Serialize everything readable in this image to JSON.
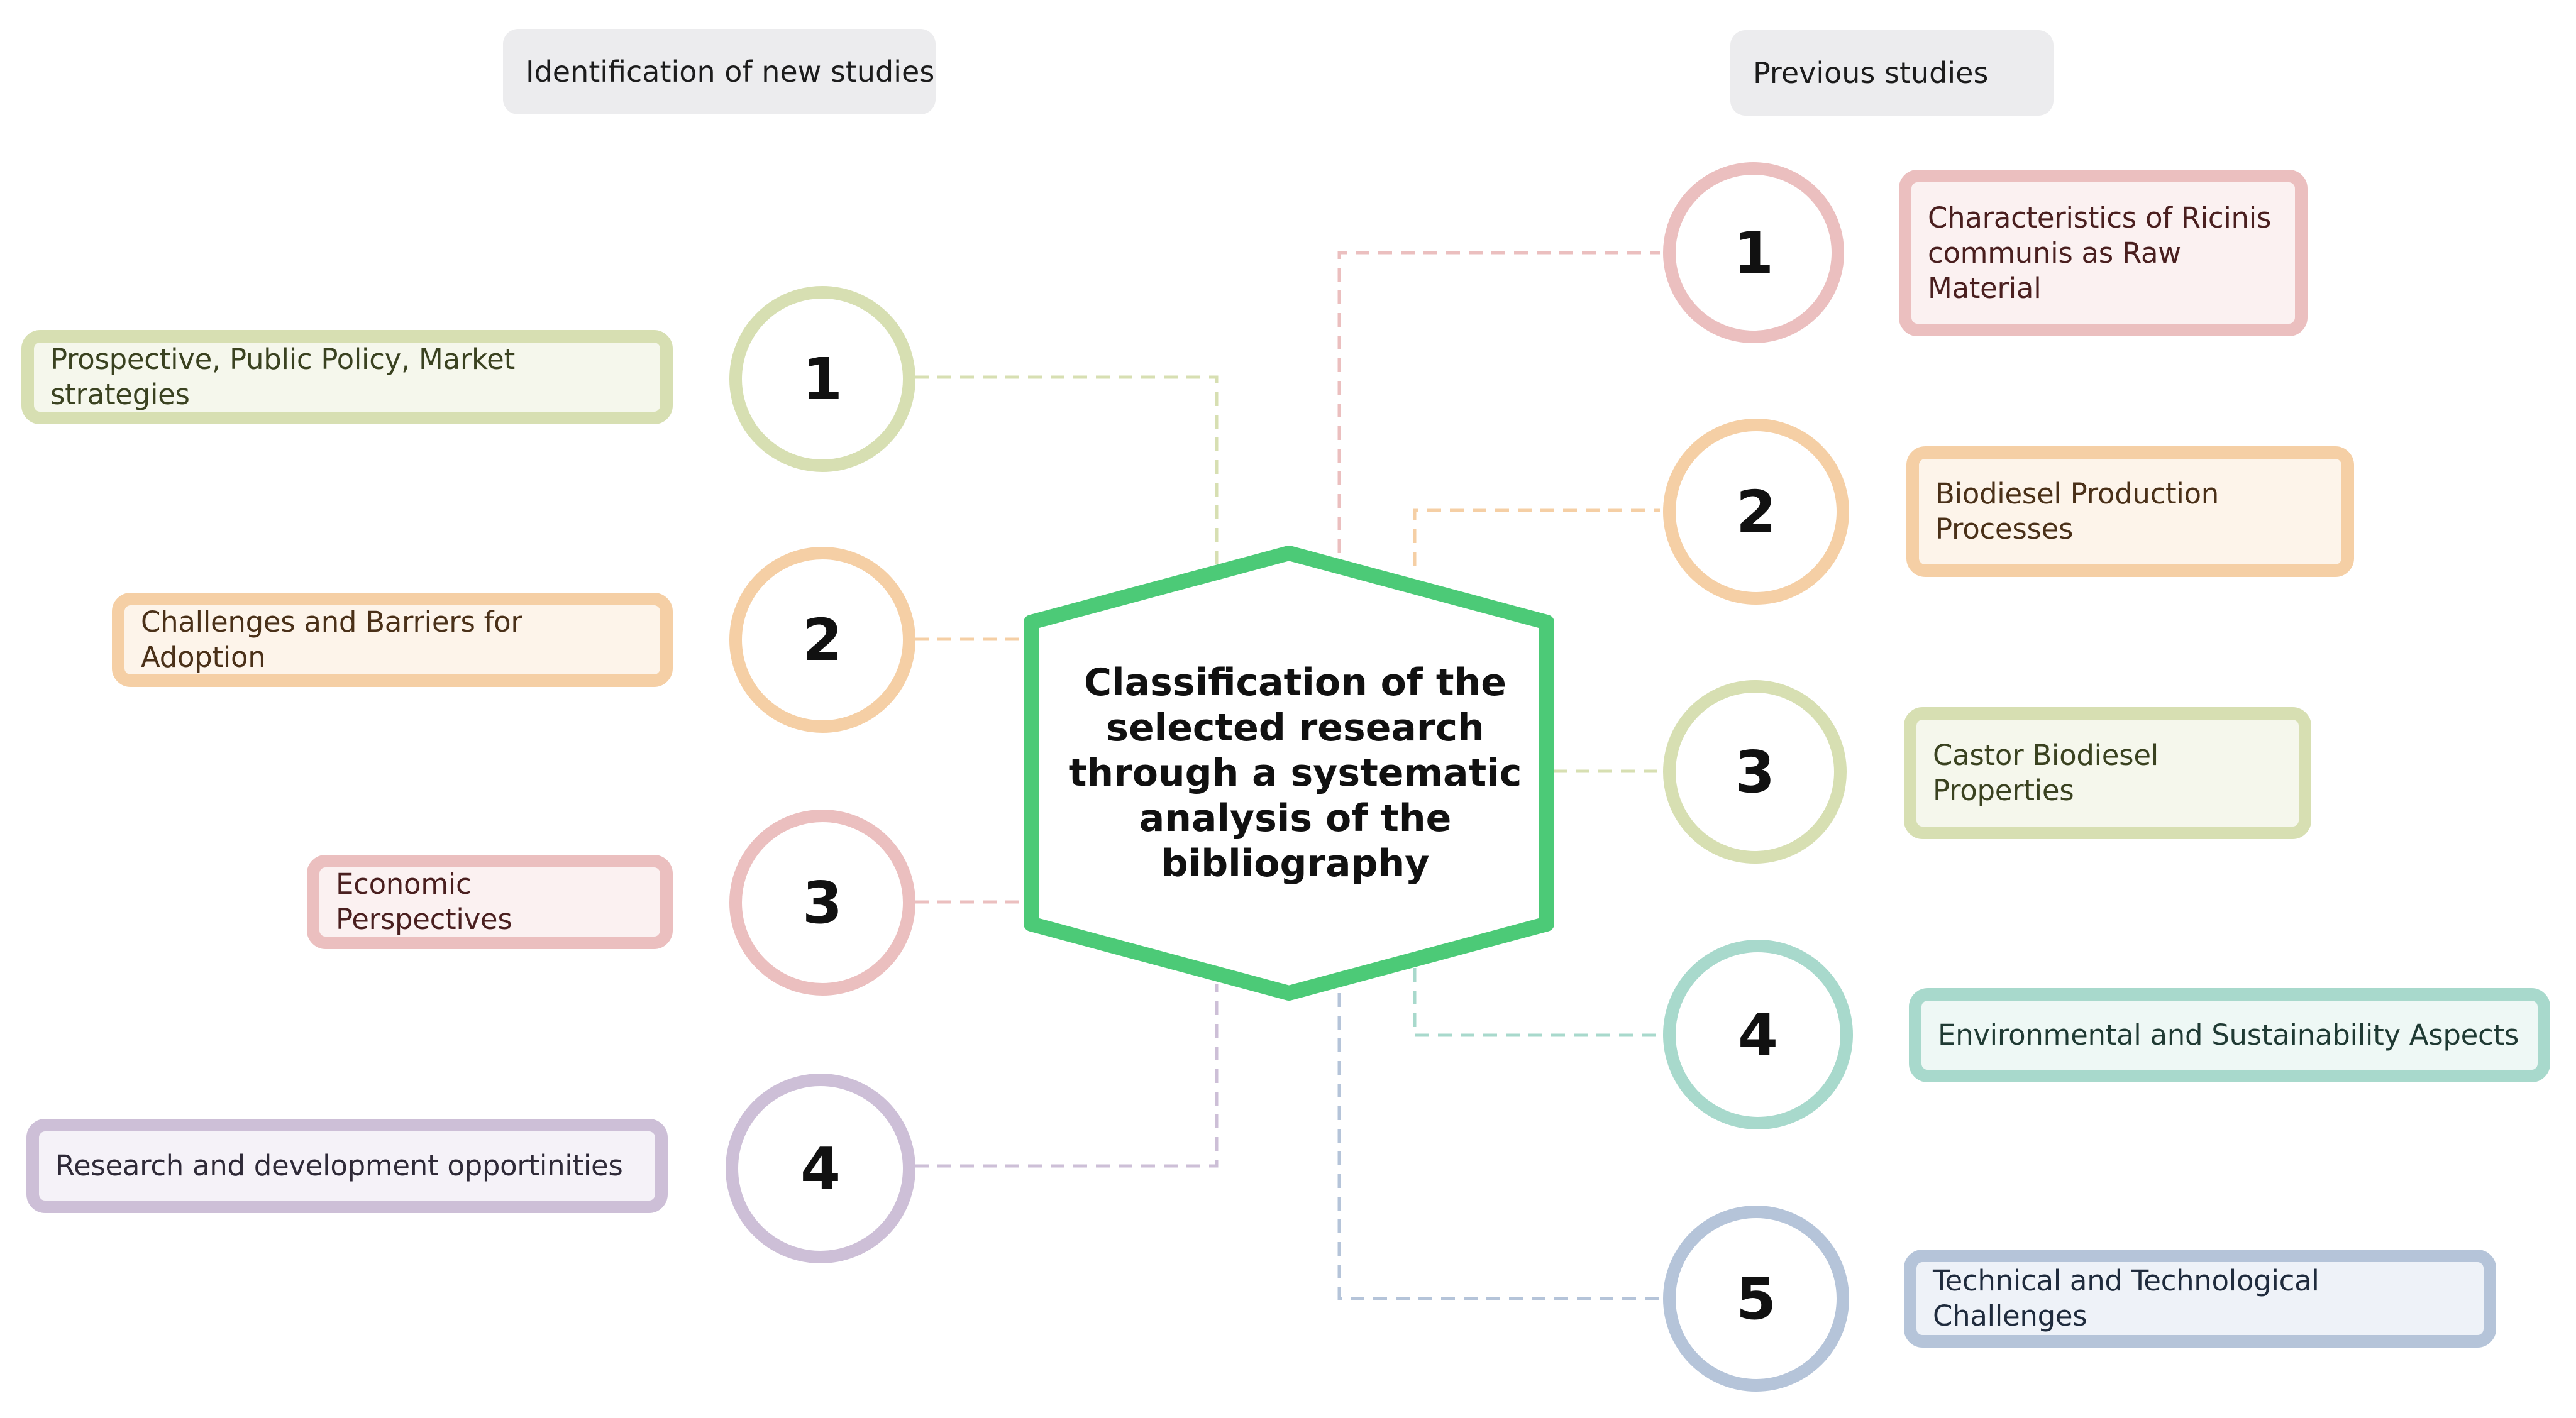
{
  "headers": {
    "left": "Identification of new studies",
    "right": "Previous studies"
  },
  "center": {
    "label": "Classification of the selected research through a systematic analysis of the bibliography",
    "color": "#4cca77"
  },
  "new_studies": [
    {
      "number": "1",
      "label": "Prospective, Public Policy,  Market strategies",
      "color": "#d7dfb2"
    },
    {
      "number": "2",
      "label": "Challenges and Barriers for Adoption",
      "color": "#f5cfa5"
    },
    {
      "number": "3",
      "label": "Economic Perspectives",
      "color": "#ebbfbf"
    },
    {
      "number": "4",
      "label": "Research and development opportinities",
      "color": "#cdbfd7"
    }
  ],
  "previous_studies": [
    {
      "number": "1",
      "label": "Characteristics of Ricinis communis as Raw Material",
      "color": "#ebbfbf"
    },
    {
      "number": "2",
      "label": "Biodiesel Production Processes",
      "color": "#f5cfa5"
    },
    {
      "number": "3",
      "label": "Castor Biodiesel Properties",
      "color": "#d7dfb2"
    },
    {
      "number": "4",
      "label": "Environmental and Sustainability Aspects",
      "color": "#a8d9cc"
    },
    {
      "number": "5",
      "label": "Technical and Technological Challenges",
      "color": "#b5c4d9"
    }
  ]
}
